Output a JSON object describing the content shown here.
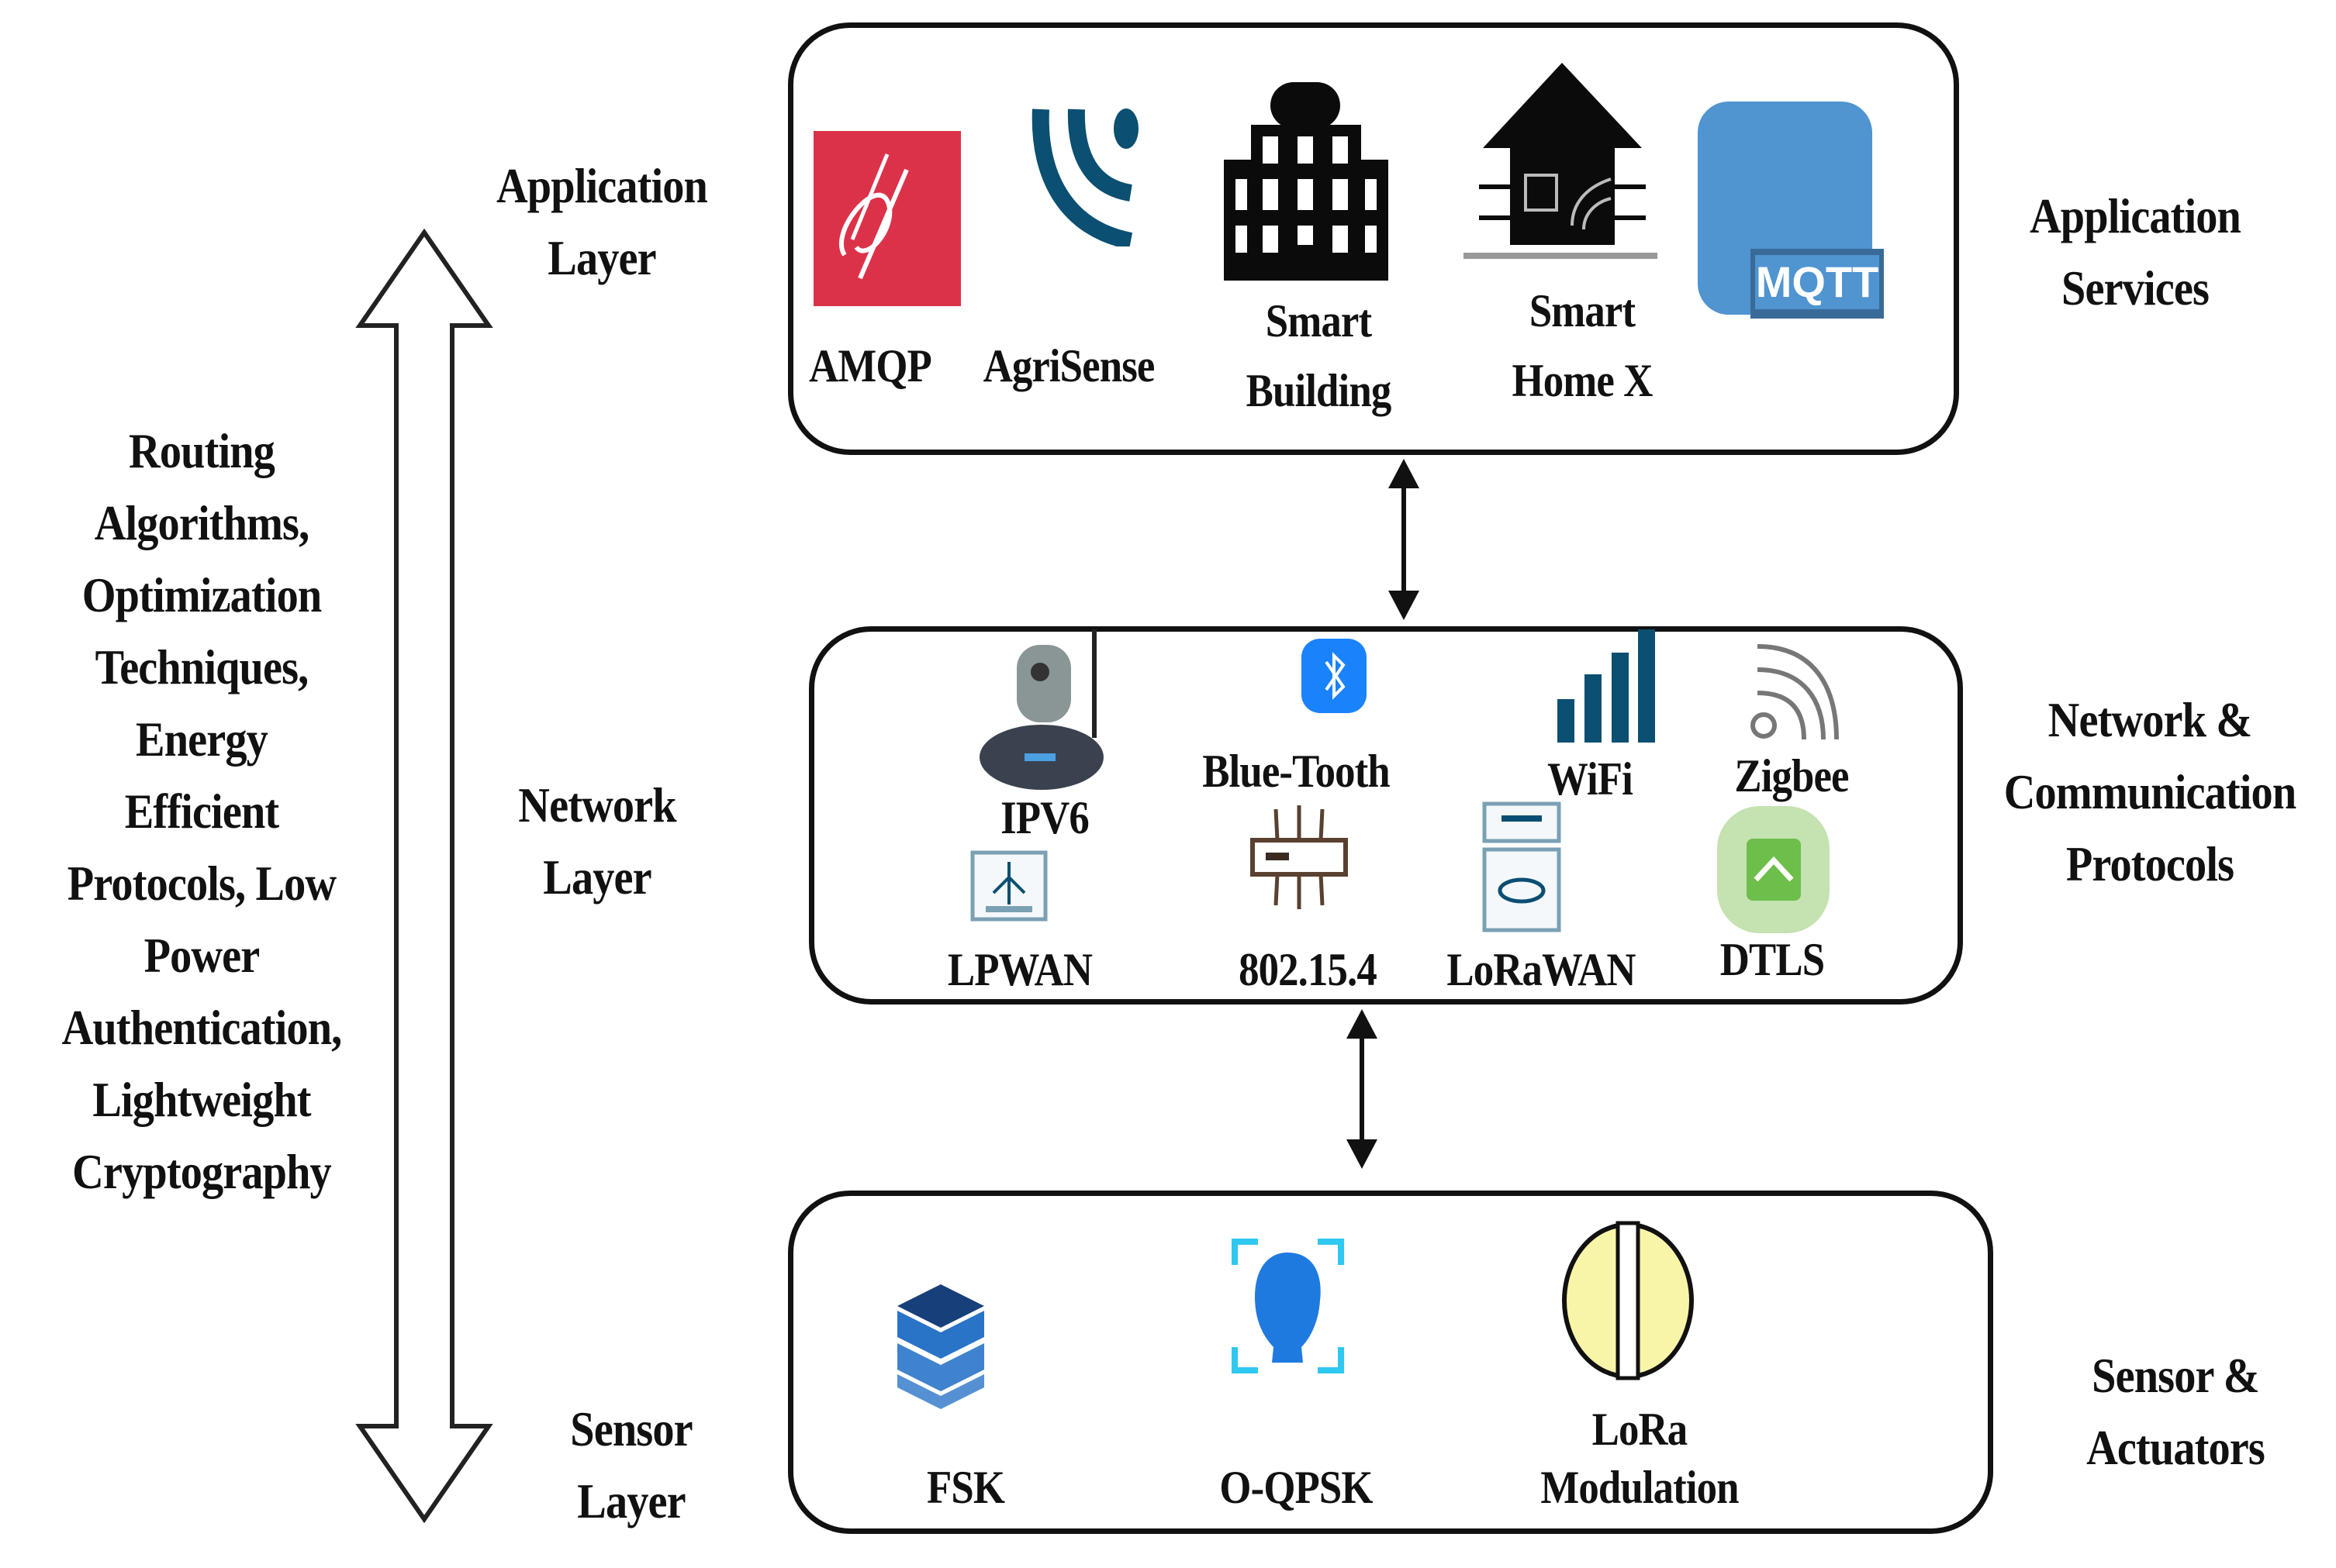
{
  "left_text": "Routing\nAlgorithms,\nOptimization\nTechniques,\nEnergy\nEfficient\nProtocols, Low\nPower\nAuthentication,\nLightweight\nCryptography",
  "layers": {
    "application": "Application\nLayer",
    "network": "Network\nLayer",
    "sensor": "Sensor\nLayer"
  },
  "right_labels": {
    "application": "Application\nServices",
    "network": "Network &\nCommunication\nProtocols",
    "sensor": "Sensor &\nActuators"
  },
  "application_items": [
    {
      "label": "AMQP",
      "icon": "amqp-logo-icon"
    },
    {
      "label": "AgriSense",
      "icon": "signal-arcs-icon"
    },
    {
      "label": "Smart\nBuilding",
      "icon": "building-icon"
    },
    {
      "label": "Smart\nHome X",
      "icon": "smart-home-icon"
    },
    {
      "label": "MQTT",
      "icon": "mqtt-icon"
    }
  ],
  "network_items": [
    {
      "label": "IPV6",
      "icon": "ip-camera-icon"
    },
    {
      "label": "Blue-Tooth",
      "icon": "bluetooth-icon"
    },
    {
      "label": "WiFi",
      "icon": "signal-bars-icon"
    },
    {
      "label": "Zigbee",
      "icon": "wireless-arcs-icon"
    },
    {
      "label": "LPWAN",
      "icon": "lpwan-device-icon"
    },
    {
      "label": "802.15.4",
      "icon": "chip-icon"
    },
    {
      "label": "LoRaWAN",
      "icon": "lorawan-device-icon"
    },
    {
      "label": "DTLS",
      "icon": "dtls-icon"
    }
  ],
  "sensor_items": [
    {
      "label": "FSK",
      "icon": "server-stack-icon"
    },
    {
      "label": "O-QPSK",
      "icon": "face-scan-icon"
    },
    {
      "label": "LoRa\nModulation",
      "icon": "split-circle-icon"
    }
  ],
  "colors": {
    "amqp": "#dc3249",
    "agrisense": "#0b4f72",
    "mqtt": "#5094d0",
    "bluetooth": "#1a82fb",
    "wifi": "#0b4f72",
    "dtls": "#6cbf4a",
    "fsk": "#2a74c8",
    "oqpsk": "#1f7ae0",
    "lora": "#f8f5a8"
  }
}
